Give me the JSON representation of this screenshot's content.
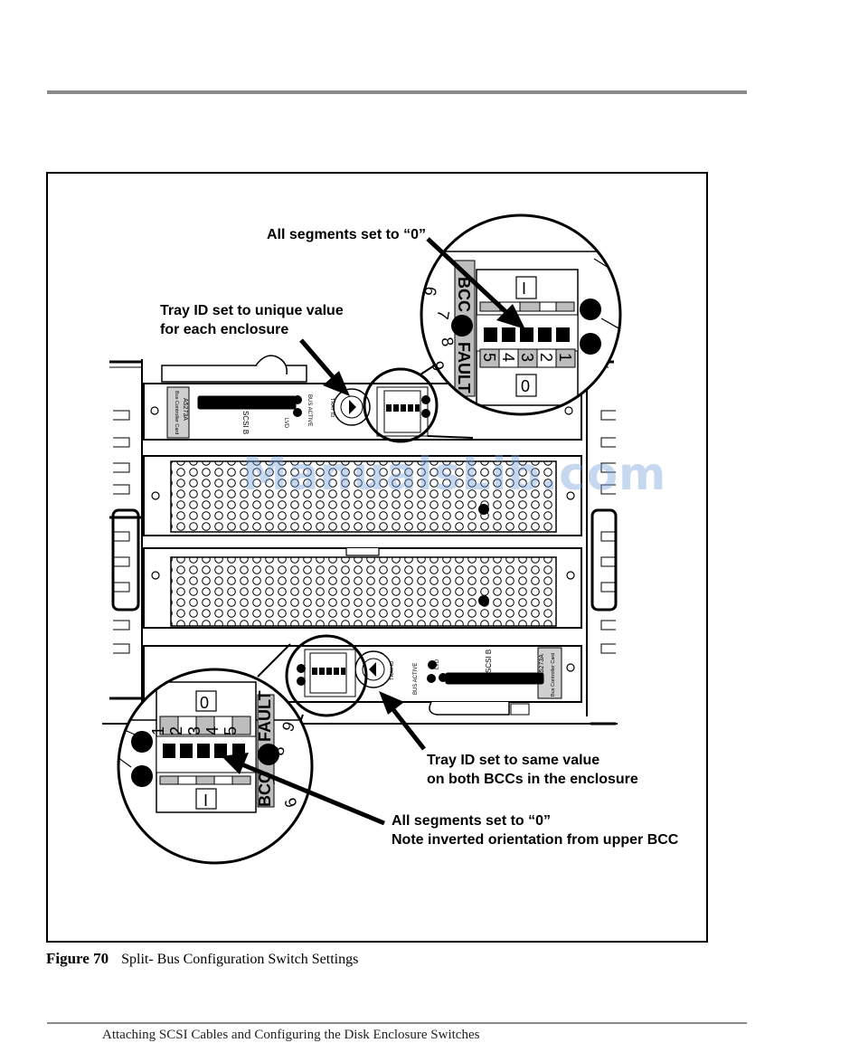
{
  "figure": {
    "number": "Figure 70",
    "caption": "Split- Bus Configuration Switch Settings",
    "callouts": {
      "all_segments_top": "All segments set to “0”",
      "tray_id_unique_1": "Tray ID set to unique value",
      "tray_id_unique_2": "for each enclosure",
      "tray_id_same_1": "Tray ID set to same value",
      "tray_id_same_2": "on both BCCs in the enclosure",
      "all_segments_bottom_1": "All segments set to “0”",
      "all_segments_bottom_2": "Note inverted orientation from upper BCC"
    },
    "upper_bcc": {
      "card_model": "A5273A",
      "card_name": "Bus Controller Card",
      "connector_label": "SCSI B",
      "lvd_label": "LVD",
      "bus_active_label": "BUS ACTIVE",
      "tray_id_label": "TRAY ID"
    },
    "lower_bcc": {
      "card_model": "A5273A",
      "card_name": "Bus Controller Card",
      "connector_label": "SCSI B",
      "lvd_label": "LVD",
      "bus_active_label": "BUS ACTIVE",
      "tray_id_label": "TRAY ID"
    },
    "zoom_top": {
      "bcc_label": "BCC",
      "fault_label": "FAULT",
      "on_marker": "I",
      "off_marker": "0",
      "switch_numbers": [
        "5",
        "4",
        "3",
        "2",
        "1"
      ],
      "dial_digits": [
        "6",
        "7",
        "8",
        "9"
      ]
    },
    "zoom_bottom": {
      "bcc_label": "BCC",
      "fault_label": "FAULT",
      "on_marker": "I",
      "off_marker": "0",
      "switch_numbers": [
        "1",
        "2",
        "3",
        "4",
        "5"
      ],
      "dial_digits": [
        "9",
        "8",
        "7",
        "6"
      ]
    }
  },
  "watermark": "ManualsLib.com",
  "footer": "Attaching SCSI Cables and Configuring the Disk Enclosure Switches"
}
